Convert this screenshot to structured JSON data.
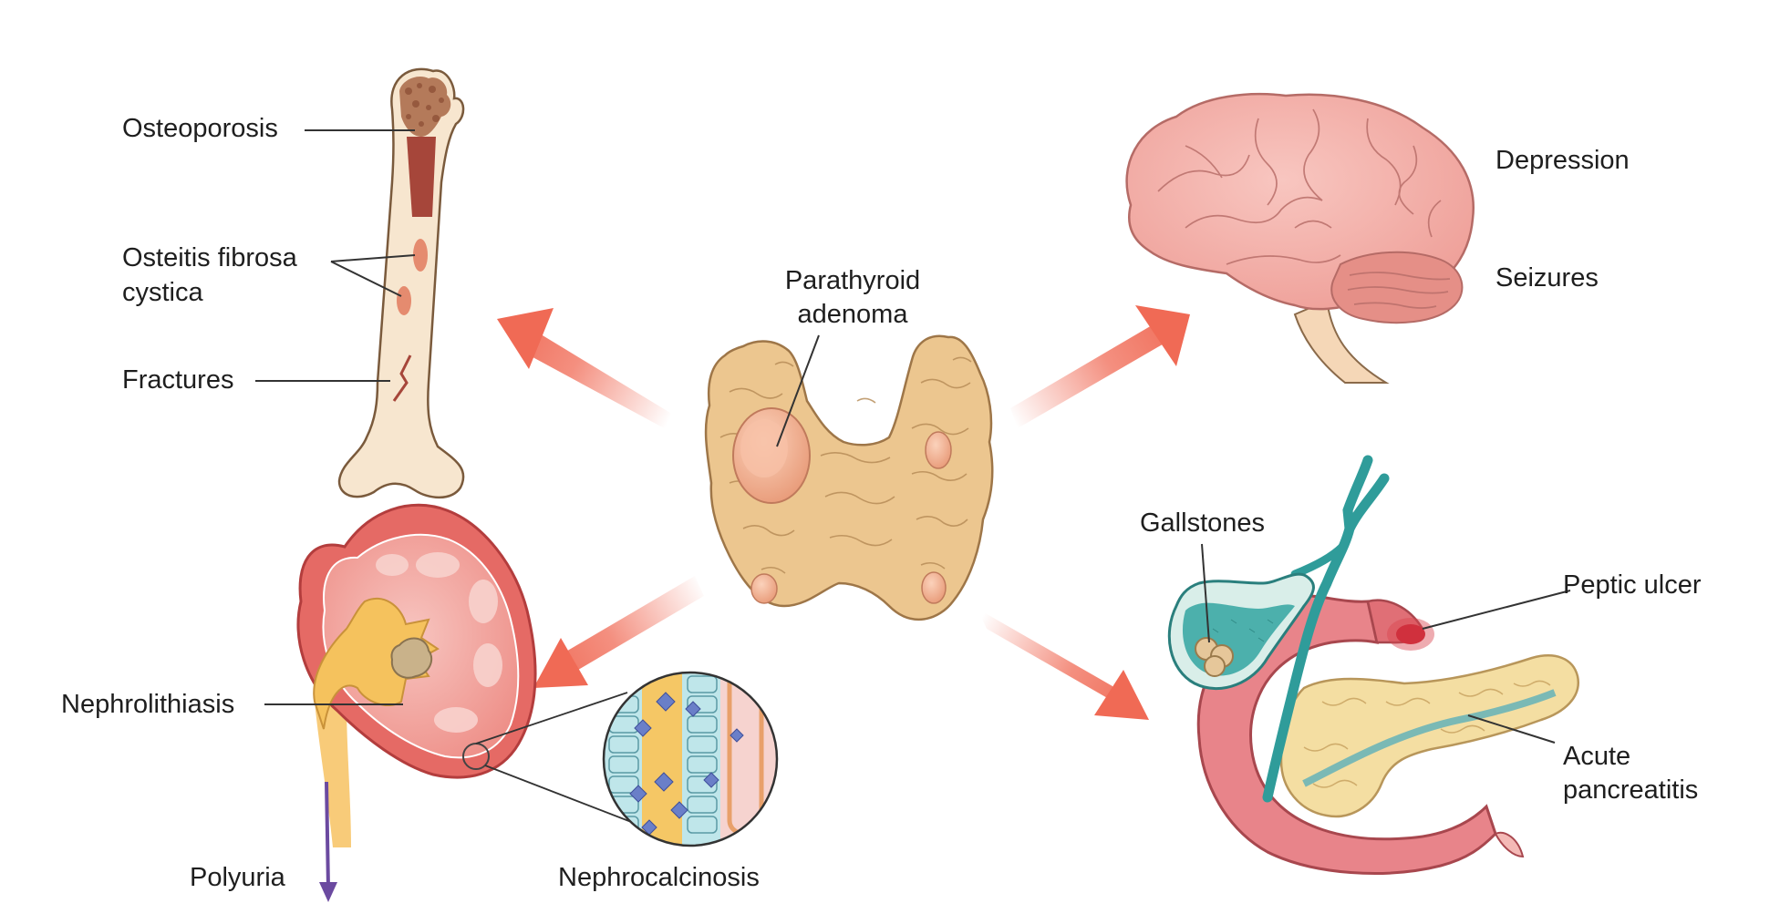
{
  "labels": {
    "osteoporosis": "Osteoporosis",
    "osteitis_line1": "Osteitis fibrosa",
    "osteitis_line2": "cystica",
    "fractures": "Fractures",
    "parathyroid_line1": "Parathyroid",
    "parathyroid_line2": "adenoma",
    "depression": "Depression",
    "seizures": "Seizures",
    "gallstones": "Gallstones",
    "peptic_ulcer": "Peptic ulcer",
    "acute_line1": "Acute",
    "acute_line2": "pancreatitis",
    "nephrolithiasis": "Nephrolithiasis",
    "polyuria": "Polyuria",
    "nephrocalcinosis": "Nephrocalcinosis"
  },
  "colors": {
    "arrow": "#f06a55",
    "tissue_tan": "#e8c28a",
    "brain_pink": "#f3a9a2",
    "kidney_red": "#e05c5c",
    "bile_teal": "#2f9c9a",
    "polyuria_arrow": "#6b4aa0"
  }
}
